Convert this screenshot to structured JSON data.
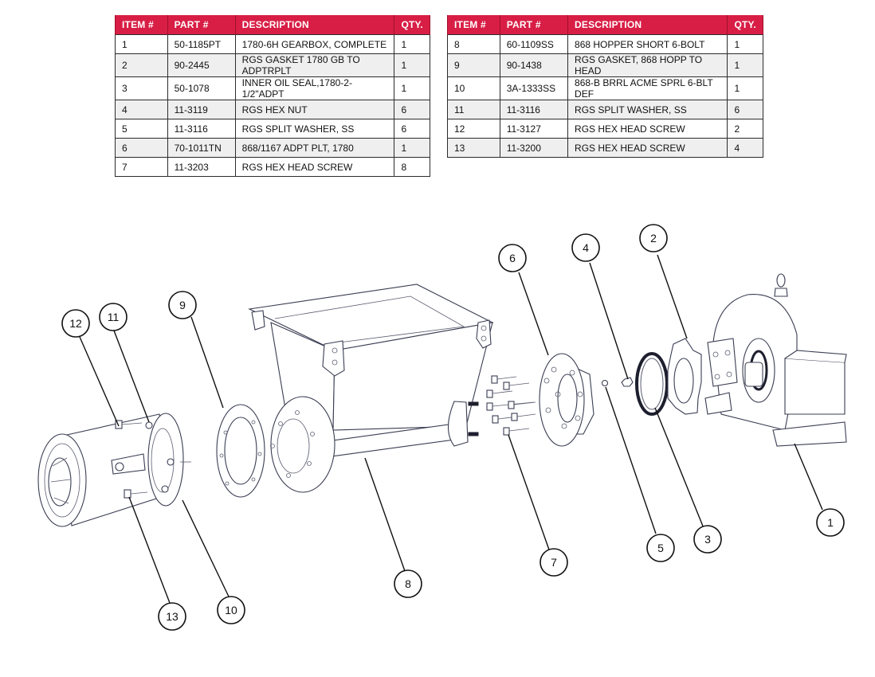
{
  "bom_tables": {
    "headers": {
      "item": "ITEM #",
      "part": "PART #",
      "description": "DESCRIPTION",
      "qty": "QTY."
    },
    "left": [
      {
        "item": "1",
        "part": "50-1185PT",
        "description": "1780-6H GEARBOX, COMPLETE",
        "qty": "1"
      },
      {
        "item": "2",
        "part": "90-2445",
        "description": "RGS GASKET 1780 GB TO ADPTRPLT",
        "qty": "1"
      },
      {
        "item": "3",
        "part": "50-1078",
        "description": "INNER OIL SEAL,1780-2-1/2\"ADPT",
        "qty": "1"
      },
      {
        "item": "4",
        "part": "11-3119",
        "description": "RGS HEX NUT",
        "qty": "6"
      },
      {
        "item": "5",
        "part": "11-3116",
        "description": "RGS SPLIT WASHER, SS",
        "qty": "6"
      },
      {
        "item": "6",
        "part": "70-1011TN",
        "description": "868/1167 ADPT PLT, 1780",
        "qty": "1"
      },
      {
        "item": "7",
        "part": "11-3203",
        "description": "RGS HEX HEAD SCREW",
        "qty": "8"
      }
    ],
    "right": [
      {
        "item": "8",
        "part": "60-1109SS",
        "description": "868 HOPPER SHORT 6-BOLT",
        "qty": "1"
      },
      {
        "item": "9",
        "part": "90-1438",
        "description": "RGS GASKET, 868 HOPP TO HEAD",
        "qty": "1"
      },
      {
        "item": "10",
        "part": "3A-1333SS",
        "description": "868-B BRRL ACME SPRL 6-BLT DEF",
        "qty": "1"
      },
      {
        "item": "11",
        "part": "11-3116",
        "description": "RGS SPLIT WASHER, SS",
        "qty": "6"
      },
      {
        "item": "12",
        "part": "11-3127",
        "description": "RGS HEX HEAD SCREW",
        "qty": "2"
      },
      {
        "item": "13",
        "part": "11-3200",
        "description": "RGS HEX HEAD SCREW",
        "qty": "4"
      }
    ]
  },
  "colors": {
    "header_bg": "#d81e45",
    "header_text": "#ffffff",
    "alt_row": "#efefef",
    "line_art": "#3a3d52"
  },
  "callouts": {
    "c1": "1",
    "c2": "2",
    "c3": "3",
    "c4": "4",
    "c5": "5",
    "c6": "6",
    "c7": "7",
    "c8": "8",
    "c9": "9",
    "c10": "10",
    "c11": "11",
    "c12": "12",
    "c13": "13"
  },
  "parts": {
    "gearbox": "gearbox",
    "gasket_gb": "gearbox-gasket",
    "oil_seal": "inner-oil-seal",
    "hex_nut": "hex-nut",
    "split_washer": "split-washer",
    "adapter_plate": "adapter-plate",
    "hex_screws": "hex-head-screws",
    "hopper": "hopper",
    "gasket_hopper": "hopper-gasket",
    "barrel": "barrel"
  }
}
